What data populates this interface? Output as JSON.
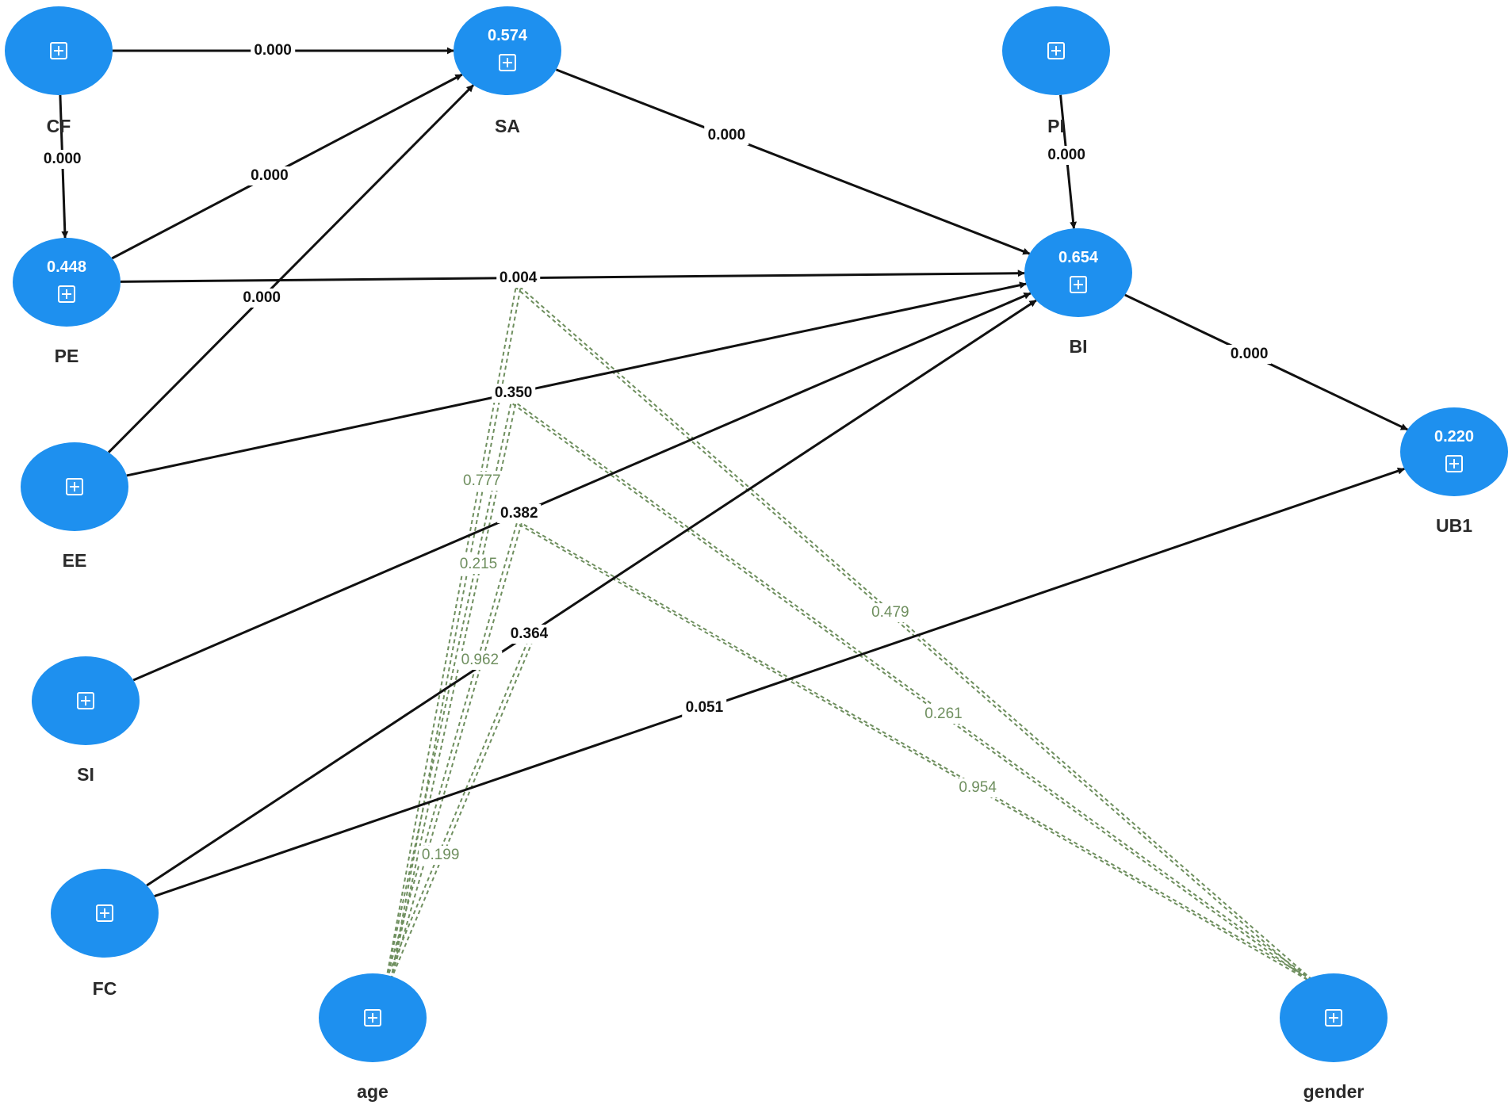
{
  "colors": {
    "construct_fill": "#1e90ef",
    "construct_text": "#ffffff",
    "path_line": "#111111",
    "moderator_line": "#6f8f5f"
  },
  "constructs": {
    "CF": {
      "label": "CF",
      "r2": "",
      "icon": "expand-icon"
    },
    "SA": {
      "label": "SA",
      "r2": "0.574",
      "icon": "expand-icon"
    },
    "PI": {
      "label": "PI",
      "r2": "",
      "icon": "expand-icon"
    },
    "PE": {
      "label": "PE",
      "r2": "0.448",
      "icon": "expand-icon"
    },
    "BI": {
      "label": "BI",
      "r2": "0.654",
      "icon": "expand-icon"
    },
    "EE": {
      "label": "EE",
      "r2": "",
      "icon": "expand-icon"
    },
    "UB1": {
      "label": "UB1",
      "r2": "0.220",
      "icon": "expand-icon"
    },
    "SI": {
      "label": "SI",
      "r2": "",
      "icon": "expand-icon"
    },
    "FC": {
      "label": "FC",
      "r2": "",
      "icon": "expand-icon"
    },
    "age": {
      "label": "age",
      "r2": "",
      "icon": "expand-icon"
    },
    "gender": {
      "label": "gender",
      "r2": "",
      "icon": "expand-icon"
    }
  },
  "paths": [
    {
      "from": "CF",
      "to": "SA",
      "p_value": "0.000"
    },
    {
      "from": "CF",
      "to": "PE",
      "p_value": "0.000"
    },
    {
      "from": "PE",
      "to": "SA",
      "p_value": "0.000"
    },
    {
      "from": "EE",
      "to": "SA",
      "p_value": "0.000"
    },
    {
      "from": "SA",
      "to": "BI",
      "p_value": "0.000"
    },
    {
      "from": "PI",
      "to": "BI",
      "p_value": "0.000"
    },
    {
      "from": "PE",
      "to": "BI",
      "p_value": "0.004"
    },
    {
      "from": "EE",
      "to": "BI",
      "p_value": "0.350"
    },
    {
      "from": "SI",
      "to": "BI",
      "p_value": "0.382"
    },
    {
      "from": "FC",
      "to": "BI",
      "p_value": "0.364"
    },
    {
      "from": "BI",
      "to": "UB1",
      "p_value": "0.000"
    },
    {
      "from": "FC",
      "to": "UB1",
      "p_value": "0.051"
    }
  ],
  "moderations": [
    {
      "moderator": "age",
      "on_path": "PE-BI",
      "p_value": "0.777"
    },
    {
      "moderator": "age",
      "on_path": "EE-BI",
      "p_value": "0.215"
    },
    {
      "moderator": "age",
      "on_path": "SI-BI",
      "p_value": "0.962"
    },
    {
      "moderator": "age",
      "on_path": "FC-BI",
      "p_value": "0.199"
    },
    {
      "moderator": "gender",
      "on_path": "PE-BI",
      "p_value": "0.479"
    },
    {
      "moderator": "gender",
      "on_path": "EE-BI",
      "p_value": "0.261"
    },
    {
      "moderator": "gender",
      "on_path": "SI-BI",
      "p_value": "0.954"
    }
  ]
}
